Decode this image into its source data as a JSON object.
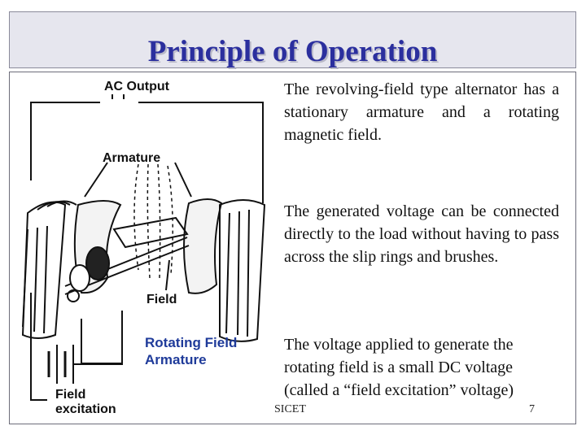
{
  "title": "Principle of Operation",
  "figure": {
    "ac_output": "AC Output",
    "armature": "Armature",
    "field": "Field",
    "field_excitation_line1": "Field",
    "field_excitation_line2": "excitation",
    "rotating_line1": "Rotating Field",
    "rotating_line2": "Armature"
  },
  "paragraphs": [
    "The revolving-field type alternator has a stationary armature and a rotating magnetic field.",
    "The generated voltage can be connected directly to the load without having to pass across the slip rings and brushes.",
    "The voltage applied to generate the rotating field is a small DC voltage (called a “field excitation” voltage)"
  ],
  "footer": {
    "left": "SICET",
    "page": "7"
  },
  "colors": {
    "title": "#2b2f9e",
    "title_bar": "#e6e6ee",
    "rotating_label": "#1f3b9a"
  }
}
